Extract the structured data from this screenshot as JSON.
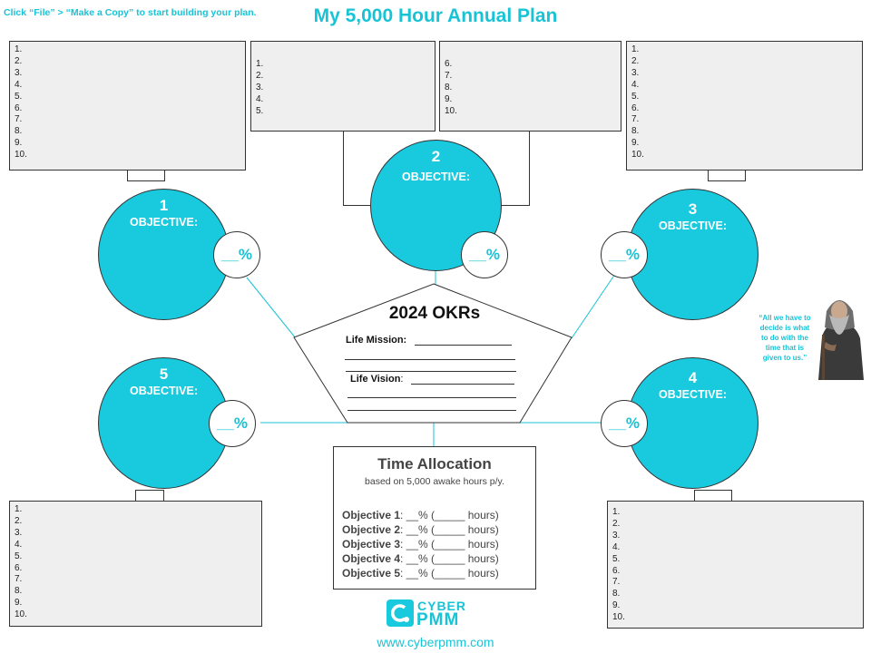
{
  "header": {
    "hint": "Click “File” > “Make a Copy” to start building your plan.",
    "title": "My 5,000 Hour Annual Plan"
  },
  "key_results": {
    "obj1": [
      "1.",
      "2.",
      "3.",
      "4.",
      "5.",
      "6.",
      "7.",
      "8.",
      "9.",
      "10."
    ],
    "obj2_left": [
      "1.",
      "2.",
      "3.",
      "4.",
      "5."
    ],
    "obj2_right": [
      "6.",
      "7.",
      "8.",
      "9.",
      "10."
    ],
    "obj3": [
      "1.",
      "2.",
      "3.",
      "4.",
      "5.",
      "6.",
      "7.",
      "8.",
      "9.",
      "10."
    ],
    "obj4": [
      "1.",
      "2.",
      "3.",
      "4.",
      "5.",
      "6.",
      "7.",
      "8.",
      "9.",
      "10."
    ],
    "obj5": [
      "1.",
      "2.",
      "3.",
      "4.",
      "5.",
      "6.",
      "7.",
      "8.",
      "9.",
      "10."
    ]
  },
  "objectives": {
    "o1": {
      "number": "1",
      "label": "OBJECTIVE:",
      "percent": "__%"
    },
    "o2": {
      "number": "2",
      "label": "OBJECTIVE:",
      "percent": "__%"
    },
    "o3": {
      "number": "3",
      "label": "OBJECTIVE:",
      "percent": "__%"
    },
    "o4": {
      "number": "4",
      "label": "OBJECTIVE:",
      "percent": "__%"
    },
    "o5": {
      "number": "5",
      "label": "OBJECTIVE:",
      "percent": "__%"
    }
  },
  "okr": {
    "title": "2024 OKRs",
    "mission_label": "Life Mission:",
    "vision_label": "Life Vision"
  },
  "time_allocation": {
    "title": "Time Allocation",
    "subtitle": "based on 5,000 awake hours p/y.",
    "rows": [
      {
        "label": "Objective 1",
        "value": ": __% (_____ hours)"
      },
      {
        "label": "Objective 2",
        "value": ": __% (_____ hours)"
      },
      {
        "label": "Objective 3",
        "value": ": __% (_____ hours)"
      },
      {
        "label": "Objective 4",
        "value": ": __% (_____ hours)"
      },
      {
        "label": "Objective 5",
        "value": ": __% (_____ hours)"
      }
    ]
  },
  "quote": {
    "text": "“All we have to decide is what to do with the time that is given to us.”"
  },
  "branding": {
    "logo_top": "CYBER",
    "logo_bottom": "PMM",
    "url": "www.cyberpmm.com"
  },
  "colors": {
    "accent": "#19c9dd",
    "box_fill": "#efefef",
    "outline": "#333333"
  }
}
